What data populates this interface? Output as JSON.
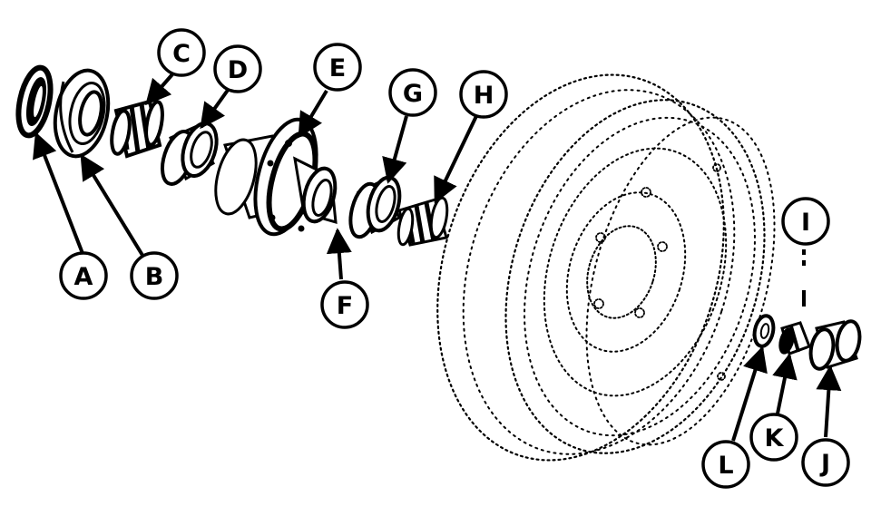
{
  "diagram": {
    "ink_color": "#000000",
    "paper_color": "#ffffff",
    "callouts": {
      "A": "A",
      "B": "B",
      "C": "C",
      "D": "D",
      "E": "E",
      "F": "F",
      "G": "G",
      "H": "H",
      "I": "I",
      "J": "J",
      "K": "K",
      "L": "L"
    },
    "parts": [
      "A",
      "B",
      "C",
      "D",
      "E",
      "F",
      "G",
      "H",
      "I",
      "J",
      "K",
      "L"
    ]
  }
}
